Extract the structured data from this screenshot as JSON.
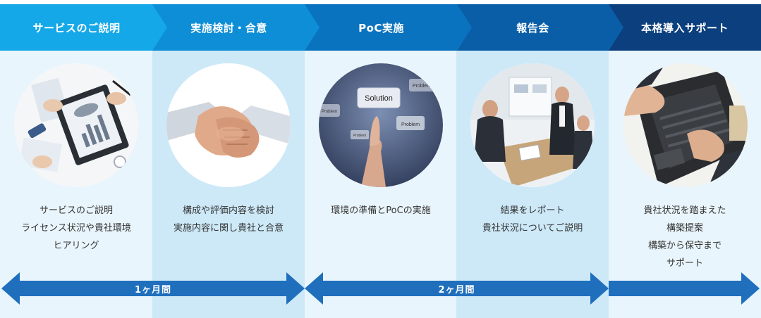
{
  "steps": [
    {
      "label": "サービスのご説明",
      "color": "#14a8e8"
    },
    {
      "label": "実施検討・合意",
      "color": "#0d8ed6"
    },
    {
      "label": "PoC実施",
      "color": "#0a73bf"
    },
    {
      "label": "報告会",
      "color": "#0a5ea8"
    },
    {
      "label": "本格導入サポート",
      "color": "#0b3f7d"
    }
  ],
  "descriptions": [
    [
      "サービスのご説明",
      "ライセンス状況や貴社環境",
      "ヒアリング"
    ],
    [
      "構成や評価内容を検討",
      "実施内容に関し貴社と合意"
    ],
    [
      "環境の準備とPoCの実施"
    ],
    [
      "結果をレポート",
      "貴社状況についてご説明"
    ],
    [
      "貴社状況を踏まえた",
      "構築提案",
      "構築から保守まで",
      "サポート"
    ]
  ],
  "photos": [
    {
      "icon": "meeting-documents-photo"
    },
    {
      "icon": "handshake-photo"
    },
    {
      "icon": "solution-touch-photo",
      "solution_label": "Solution",
      "problem_labels": [
        "Problem",
        "Problem",
        "Problem",
        "Problem"
      ]
    },
    {
      "icon": "presentation-photo"
    },
    {
      "icon": "laptop-typing-photo"
    }
  ],
  "timeline": [
    {
      "label": "1ヶ月間"
    },
    {
      "label": "2ヶ月間"
    },
    {
      "label": ""
    }
  ],
  "colors": {
    "arrow": "#1f6fbd",
    "panel_light": "#e9f5fc",
    "panel_dark": "#cde9f8"
  }
}
